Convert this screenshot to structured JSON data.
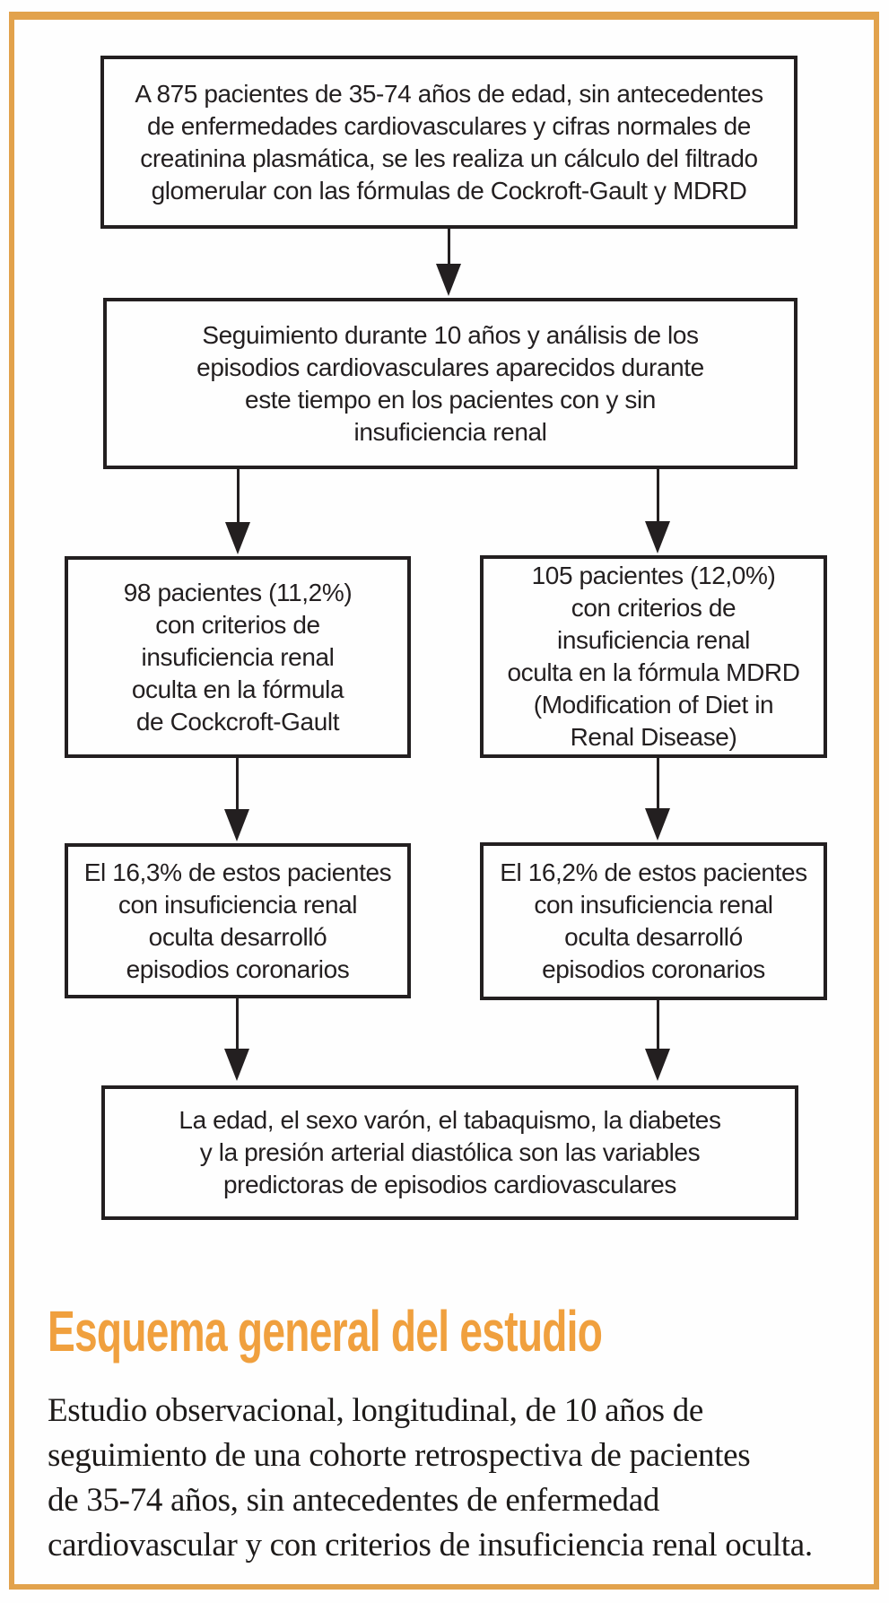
{
  "page": {
    "background_color": "#FEFEFE",
    "border_color": "#E2A24C",
    "heading_color": "#F0A03E",
    "box_border_color": "#231F20",
    "text_color": "#231F20"
  },
  "flowchart": {
    "arrow_icon": "▼",
    "cohort": {
      "text": "A 875 pacientes de 35-74 años de edad, sin antecedentes\nde enfermedades cardiovasculares y cifras normales de\ncreatinina plasmática, se les realiza un cálculo del filtrado\nglomerular con las fórmulas de Cockroft-Gault y MDRD"
    },
    "followup": {
      "text": "Seguimiento durante 10 años y análisis de los\nepisodios cardiovasculares aparecidos durante\neste tiempo en los pacientes con y sin\ninsuficiencia renal"
    },
    "cg_criteria": {
      "text": "98 pacientes (11,2%)\ncon criterios de\ninsuficiencia renal\noculta en la fórmula\nde Cockcroft-Gault"
    },
    "mdrd_criteria": {
      "text": "105 pacientes (12,0%)\ncon criterios de\ninsuficiencia renal\noculta en la fórmula MDRD\n(Modification of Diet in\nRenal Disease)"
    },
    "cg_events": {
      "text": "El 16,3% de estos pacientes\ncon insuficiencia renal\noculta desarrolló\nepisodios coronarios"
    },
    "mdrd_events": {
      "text": "El 16,2% de estos pacientes\ncon insuficiencia renal\noculta desarrolló\nepisodios coronarios"
    },
    "predictors": {
      "text": "La edad, el sexo varón, el tabaquismo, la diabetes\ny la presión arterial diastólica son las variables\npredictoras de episodios cardiovasculares"
    }
  },
  "footer": {
    "heading": "Esquema general del estudio",
    "paragraph": "Estudio observacional, longitudinal, de 10 años de\nseguimiento de una cohorte retrospectiva de pacientes\nde 35-74 años, sin antecedentes de enfermedad\ncardiovascular y con criterios de insuficiencia renal oculta."
  }
}
